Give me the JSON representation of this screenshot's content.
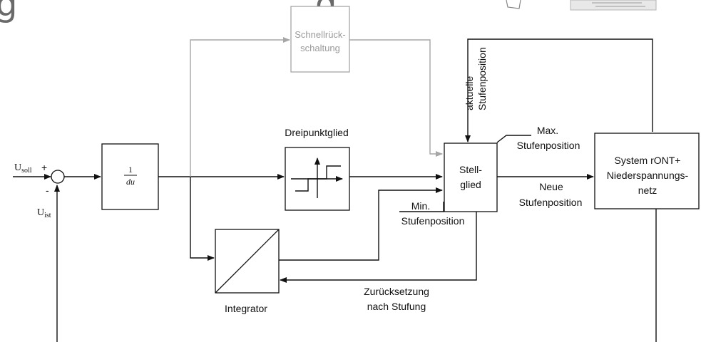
{
  "blocks": {
    "fast_reset": [
      "Schnellrück-",
      "schaltung"
    ],
    "gain": {
      "numerator": "1",
      "denominator": "du"
    },
    "three_point_label": "Dreipunktglied",
    "controller": [
      "Stell-",
      "glied"
    ],
    "integrator_label": "Integrator",
    "plant": [
      "System rONT+",
      "Niederspannungs-",
      "netz"
    ]
  },
  "signals": {
    "u_soll": {
      "base": "U",
      "sub": "soll"
    },
    "u_ist": {
      "base": "U",
      "sub": "ist"
    },
    "plus_sign": "+",
    "minus_sign": "-",
    "current_position": [
      "aktuelle",
      "Stufenposition"
    ],
    "max_position": [
      "Max.",
      "Stufenposition"
    ],
    "min_position": [
      "Min.",
      "Stufenposition"
    ],
    "new_position": [
      "Neue",
      "Stufenposition"
    ],
    "reset_after_step": [
      "Zurücksetzung",
      "nach Stufung"
    ]
  },
  "colors": {
    "line": "#111111",
    "inactive_path": "#a6a6a6"
  }
}
